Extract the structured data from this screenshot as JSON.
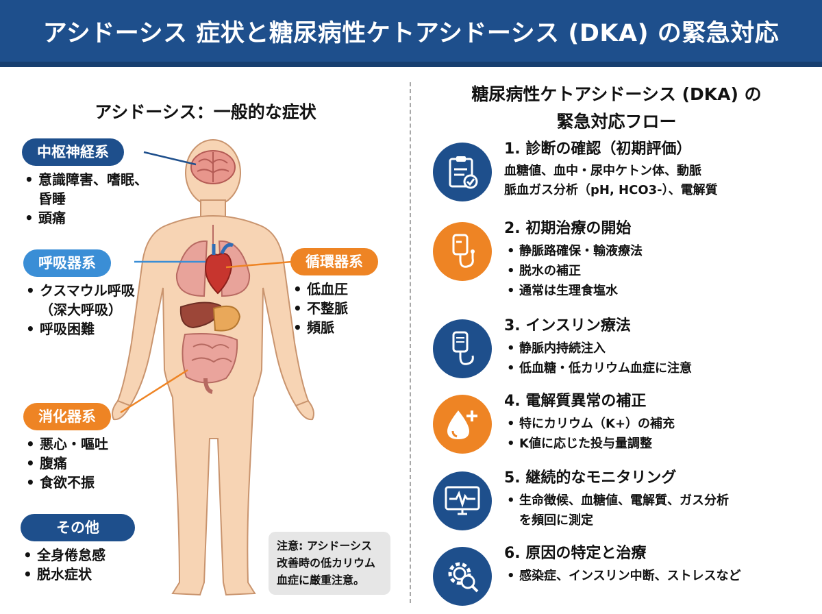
{
  "header": {
    "title": "アシドーシス 症状と糖尿病性ケトアシドーシス (DKA) の緊急対応"
  },
  "left": {
    "title": "アシドーシス：一般的な症状",
    "systems": [
      {
        "label": "中枢神経系",
        "items": [
          "意識障害、嗜眠、",
          "昏睡",
          "頭痛"
        ]
      },
      {
        "label": "呼吸器系",
        "items": [
          "クスマウル呼吸",
          "（深大呼吸）",
          "呼吸困難"
        ]
      },
      {
        "label": "循環器系",
        "items": [
          "低血圧",
          "不整脈",
          "頻脈"
        ]
      },
      {
        "label": "消化器系",
        "items": [
          "悪心・嘔吐",
          "腹痛",
          "食欲不振"
        ]
      },
      {
        "label": "その他",
        "items": [
          "全身倦怠感",
          "脱水症状"
        ]
      }
    ],
    "note": [
      "注意: アシドーシス",
      "改善時の低カリウム",
      "血症に厳重注意。"
    ]
  },
  "right": {
    "title_lines": [
      "糖尿病性ケトアシドーシス (DKA) の",
      "緊急対応フロー"
    ],
    "steps": [
      {
        "title": "1. 診断の確認（初期評価）",
        "icon": "clipboard-check-icon",
        "color": "#1e4f8c",
        "desc": [
          "血糖値、血中・尿中ケトン体、動脈",
          "脈血ガス分析（pH, HCO3-）、電解質"
        ]
      },
      {
        "title": "2. 初期治療の開始",
        "icon": "iv-drip-icon",
        "color": "#ee8424",
        "items": [
          "静脈路確保・輸液療法",
          "脱水の補正",
          "通常は生理食塩水"
        ]
      },
      {
        "title": "3. インスリン療法",
        "icon": "insulin-pump-icon",
        "color": "#1e4f8c",
        "items": [
          "静脈内持続注入",
          "低血糖・低カリウム血症に注意"
        ]
      },
      {
        "title": "4. 電解質異常の補正",
        "icon": "drop-plus-icon",
        "color": "#ee8424",
        "items": [
          "特にカリウム（K+）の補充",
          "K値に応じた投与量調整"
        ]
      },
      {
        "title": "5. 継続的なモニタリング",
        "icon": "monitor-icon",
        "color": "#1e4f8c",
        "items": [
          "生命徴候、血糖値、電解質、ガス分析",
          "を頻回に測定"
        ]
      },
      {
        "title": "6. 原因の特定と治療",
        "icon": "gear-search-icon",
        "color": "#1e4f8c",
        "items": [
          "感染症、インスリン中断、ストレスなど"
        ]
      }
    ]
  },
  "colors": {
    "navy": "#1e4f8c",
    "orange": "#ee8424",
    "lightblue": "#3a8ed6",
    "skin": "#f7d4b4"
  }
}
